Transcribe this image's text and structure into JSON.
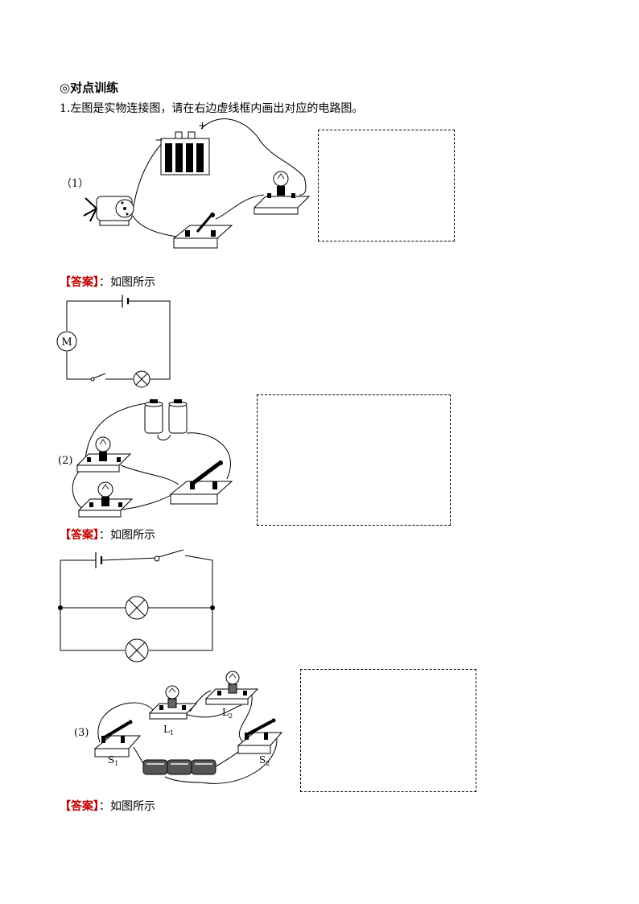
{
  "heading": "◎对点训练",
  "question": "1.左图是实物连接图，请在右边虚线框内画出对应的电路图。",
  "parts": [
    {
      "label": "（1）",
      "answer_tag": "【答案】",
      "answer_text": "：如图所示",
      "symbols": {
        "battery_plus": "+",
        "battery_minus": "−",
        "motor": "M"
      }
    },
    {
      "label": "(2)",
      "answer_tag": "【答案】",
      "answer_text": "：如图所示"
    },
    {
      "label": "(3)",
      "answer_tag": "【答案】",
      "answer_text": "：如图所示",
      "component_labels": {
        "L1": "L",
        "L1_sub": "1",
        "L2": "L",
        "L2_sub": "2",
        "S1": "S",
        "S1_sub": "1",
        "S2": "S",
        "S2_sub": "2"
      }
    }
  ]
}
